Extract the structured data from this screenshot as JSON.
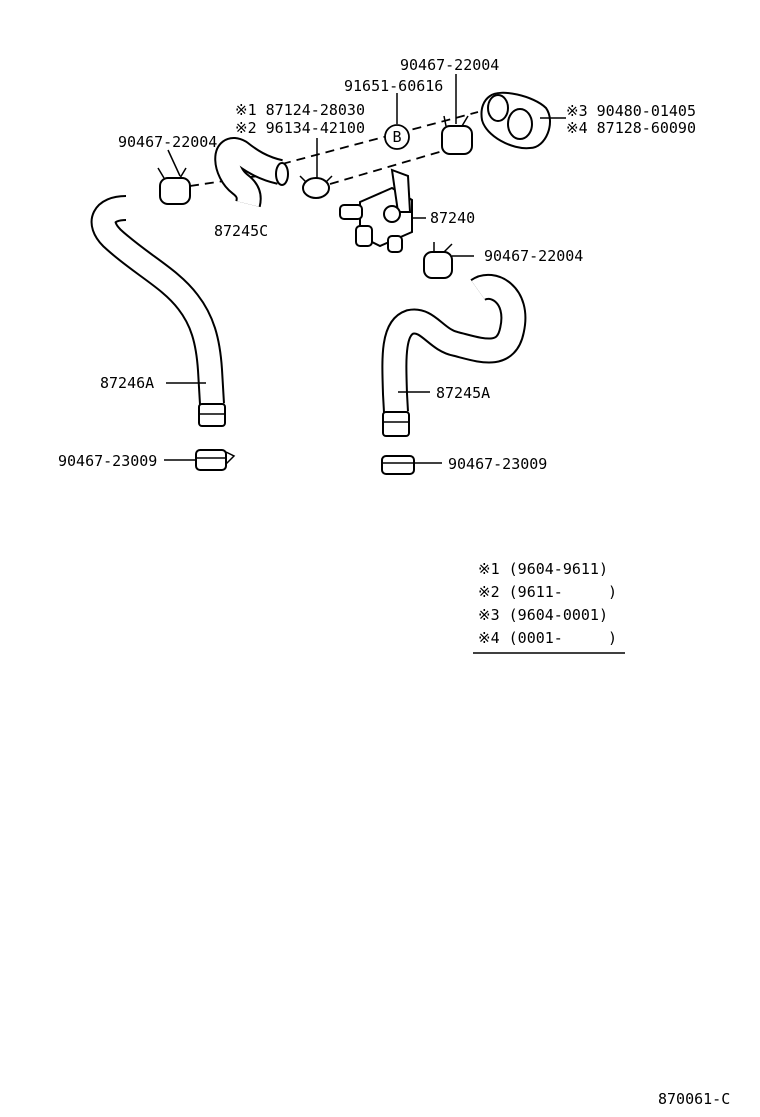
{
  "labels": {
    "p_9046722004_top": "90467-22004",
    "p_9165160616": "91651-60616",
    "p_87124_28030": "※1 87124-28030",
    "p_96134_42100": "※2 96134-42100",
    "p_9046722004_left": "90467-22004",
    "p_87245c": "87245C",
    "p_90480_01405": "※3 90480-01405",
    "p_87128_60090": "※4 87128-60090",
    "p_87240": "87240",
    "p_9046722004_right": "90467-22004",
    "p_87246a": "87246A",
    "p_87245a": "87245A",
    "p_9046723009_left": "90467-23009",
    "p_9046723009_right": "90467-23009",
    "ref_b": "B"
  },
  "legend": [
    "※1 (9604-9611)",
    "※2 (9611-     )",
    "※3 (9604-0001)",
    "※4 (0001-     )"
  ],
  "diagram_code": "870061-C"
}
